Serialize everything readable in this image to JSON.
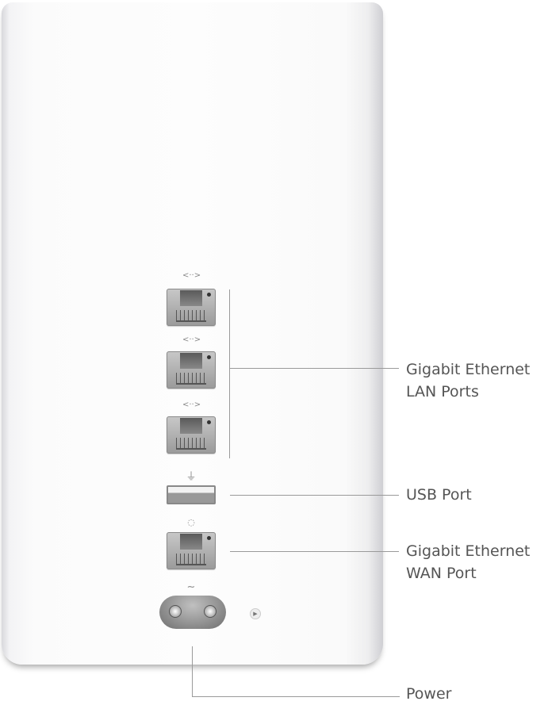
{
  "labels": {
    "lan": [
      "Gigabit Ethernet",
      "LAN Ports"
    ],
    "usb": "USB Port",
    "wan": [
      "Gigabit Ethernet",
      "WAN Port"
    ],
    "power": "Power"
  },
  "icons": {
    "lan": "ethernet-arrows-icon",
    "usb": "usb-icon",
    "wan": "wan-globe-icon",
    "power": "ac-tilde-icon",
    "reset": "reset-button-icon"
  },
  "colors": {
    "label": "#555555",
    "leader_line": "#9a9a9a"
  }
}
